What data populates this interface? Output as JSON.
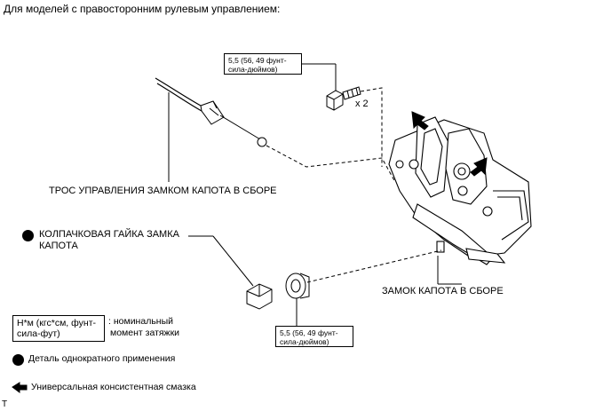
{
  "header": {
    "title": "Для моделей с правосторонним рулевым управлением:"
  },
  "torque_spec_top": {
    "line1": "5,5 (56, 49 фунт-",
    "line2": "сила-дюймов)",
    "qty": "x 2"
  },
  "torque_spec_bottom": {
    "line1": "5,5 (56, 49 фунт-",
    "line2": "сила-дюймов)"
  },
  "labels": {
    "cable": "ТРОС УПРАВЛЕНИЯ ЗАМКОМ КАПОТА В СБОРЕ",
    "cap_nut_line1": "КОЛПАЧКОВАЯ ГАЙКА ЗАМКА",
    "cap_nut_line2": "КАПОТА",
    "lock": "ЗАМОК КАПОТА В СБОРЕ"
  },
  "legend": {
    "torque_box_line1": "Н*м (кгс*см, фунт-",
    "torque_box_line2": "сила-фут)",
    "torque_desc_line1": ": номинальный",
    "torque_desc_line2": "момент затяжки",
    "single_use": "Деталь однократного применения",
    "grease": "Универсальная консистентная смазка"
  },
  "footer": {
    "mark": "T"
  },
  "colors": {
    "ink": "#000000",
    "paper": "#ffffff"
  }
}
